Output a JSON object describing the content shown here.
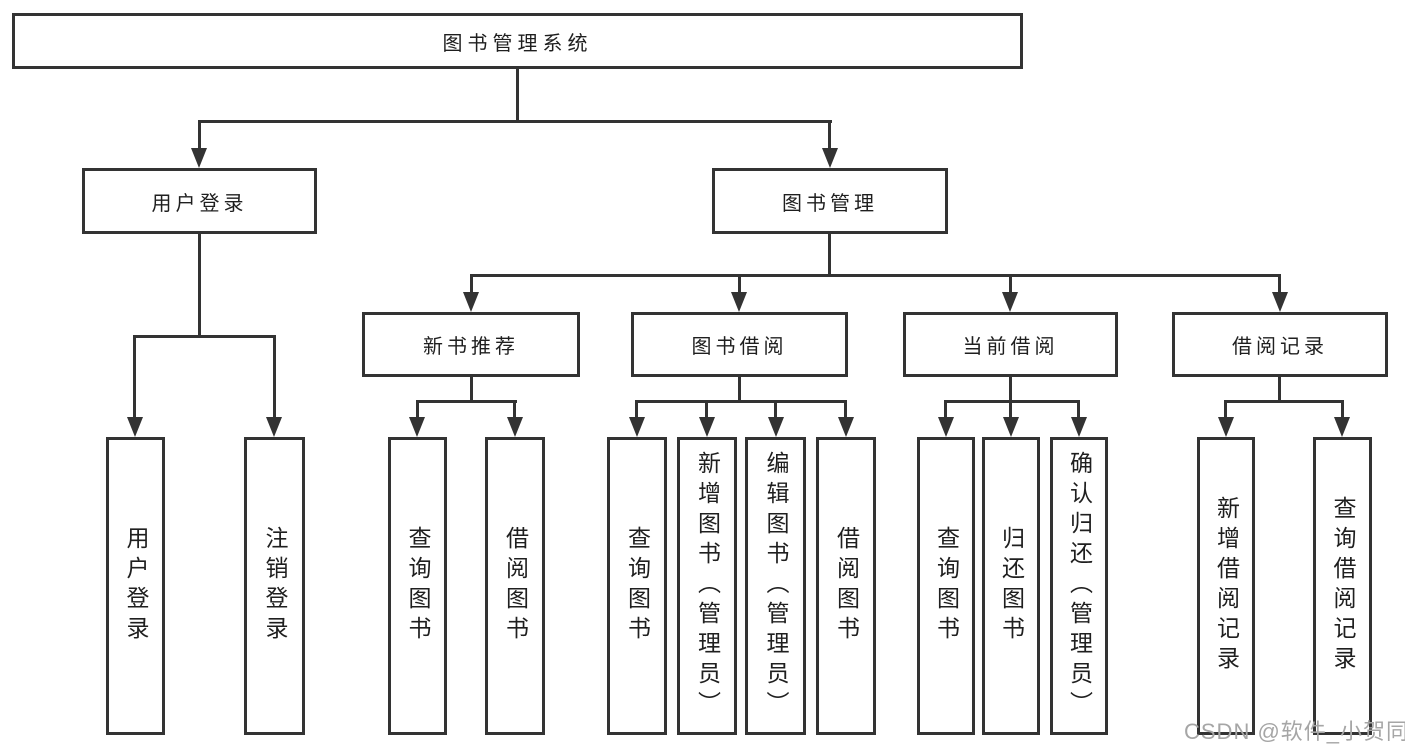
{
  "tree": {
    "root": {
      "label": "图书管理系统",
      "children": [
        {
          "label": "用户登录",
          "children": [
            {
              "label": "用户登录"
            },
            {
              "label": "注销登录"
            }
          ]
        },
        {
          "label": "图书管理",
          "children": [
            {
              "label": "新书推荐",
              "children": [
                {
                  "label": "查询图书"
                },
                {
                  "label": "借阅图书"
                }
              ]
            },
            {
              "label": "图书借阅",
              "children": [
                {
                  "label": "查询图书"
                },
                {
                  "label": "新增图书（管理员）"
                },
                {
                  "label": "编辑图书（管理员）"
                },
                {
                  "label": "借阅图书"
                }
              ]
            },
            {
              "label": "当前借阅",
              "children": [
                {
                  "label": "查询图书"
                },
                {
                  "label": "归还图书"
                },
                {
                  "label": "确认归还（管理员）"
                }
              ]
            },
            {
              "label": "借阅记录",
              "children": [
                {
                  "label": "新增借阅记录"
                },
                {
                  "label": "查询借阅记录"
                }
              ]
            }
          ]
        }
      ]
    }
  },
  "watermark": {
    "text": "CSDN @软件_小贺同学"
  },
  "colors": {
    "box_border": "#333333",
    "connector": "#333333",
    "text": "#1f1f1f",
    "watermark_text": "#a6a6a6",
    "background": "#ffffff"
  }
}
